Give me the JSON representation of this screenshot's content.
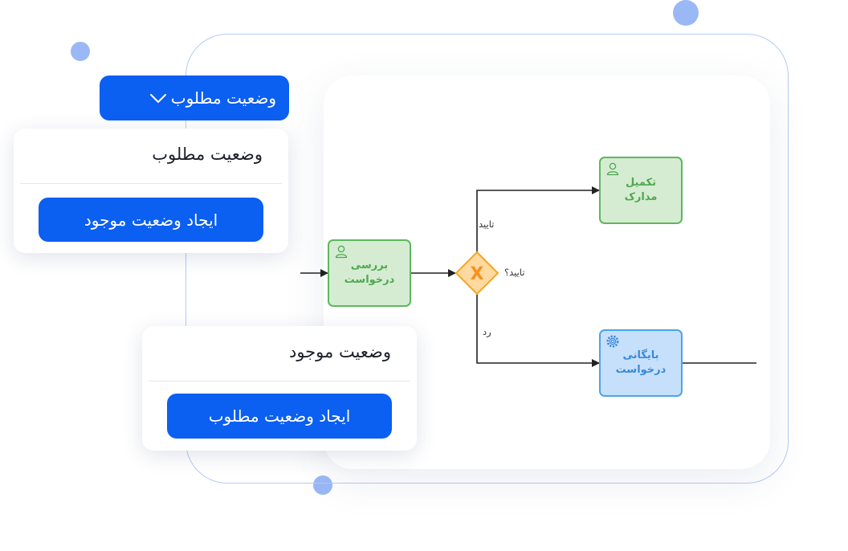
{
  "dropdown": {
    "label": "وضعیت مطلوب"
  },
  "panel_desired": {
    "title": "وضعیت مطلوب",
    "button": "ایجاد وضعیت موجود"
  },
  "panel_current": {
    "title": "وضعیت موجود",
    "button": "ایجاد وضعیت مطلوب"
  },
  "diagram": {
    "tasks": {
      "review": "بررسی\nدرخواست",
      "complete_docs": "تکمیل مدارک",
      "archive": "بایگانی\nدرخواست"
    },
    "gateway": {
      "label": "تایید؟",
      "symbol": "X"
    },
    "flows": {
      "approve": "تایید",
      "reject": "رد"
    }
  },
  "colors": {
    "primary": "#0b5ff1",
    "accent_dot": "#9ab8f5",
    "task_green_fill": "#d5ecd3",
    "task_green_border": "#5cb85c",
    "task_blue_fill": "#c6e0fb",
    "task_blue_border": "#4ea3ea",
    "gateway_fill": "#ffd9a0",
    "gateway_border": "#f5a623"
  }
}
